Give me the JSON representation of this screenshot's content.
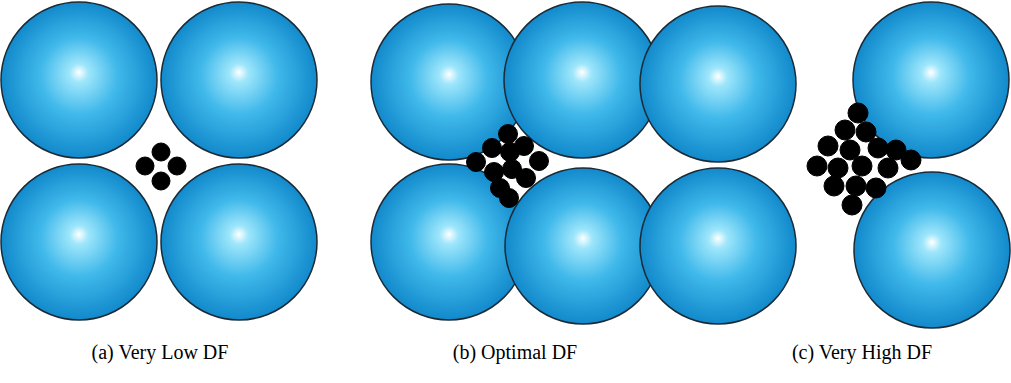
{
  "diagram": {
    "labels": [
      "(a) Very Low DF",
      "(b) Optimal DF",
      "(c) Very High DF"
    ]
  }
}
